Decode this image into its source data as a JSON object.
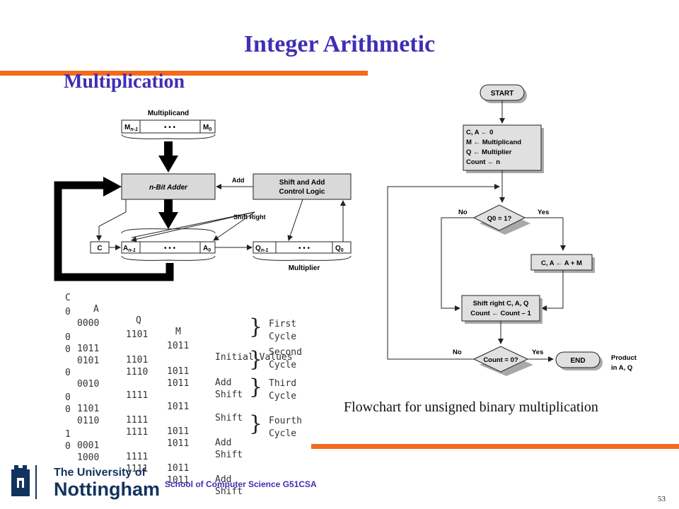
{
  "slide": {
    "title": "Integer Arithmetic",
    "subtitle": "Multiplication",
    "caption": "Flowchart for unsigned binary multiplication",
    "footer_school": "School of Computer Science G51CSA",
    "page_number": "53",
    "logo": {
      "line1": "The University of",
      "line2": "Nottingham"
    },
    "accent_color": "#f26b1d",
    "title_color": "#3f2fb5"
  },
  "hardware_diagram": {
    "multiplicand_label": "Multiplicand",
    "m_left": "M",
    "m_left_sub": "n-1",
    "m_right": "M",
    "m_right_sub": "0",
    "dots": "• • •",
    "adder_label": "n-Bit Adder",
    "add_label": "Add",
    "control_line1": "Shift and Add",
    "control_line2": "Control Logic",
    "shift_right_label": "Shift Right",
    "c_label": "C",
    "a_left": "A",
    "a_left_sub": "n-1",
    "a_right": "A",
    "a_right_sub": "0",
    "q_left": "Q",
    "q_left_sub": "n-1",
    "q_right": "Q",
    "q_right_sub": "0",
    "multiplier_label": "Multiplier"
  },
  "example_table": {
    "headers": [
      "C",
      "A",
      "Q",
      "M"
    ],
    "initial": {
      "c": "0",
      "a": "0000",
      "q": "1101",
      "m": "1011",
      "op": "Initial Values"
    },
    "cycles": [
      {
        "label1": "First",
        "label2": "Cycle",
        "rows": [
          {
            "c": "0",
            "a": "1011",
            "q": "1101",
            "m": "1011",
            "op": "Add"
          },
          {
            "c": "0",
            "a": "0101",
            "q": "1110",
            "m": "1011",
            "op": "Shift"
          }
        ]
      },
      {
        "label1": "Second",
        "label2": "Cycle",
        "rows": [
          {
            "c": "0",
            "a": "0010",
            "q": "1111",
            "m": "1011",
            "op": "Shift"
          }
        ]
      },
      {
        "label1": "Third",
        "label2": "Cycle",
        "rows": [
          {
            "c": "0",
            "a": "1101",
            "q": "1111",
            "m": "1011",
            "op": "Add"
          },
          {
            "c": "0",
            "a": "0110",
            "q": "1111",
            "m": "1011",
            "op": "Shift"
          }
        ]
      },
      {
        "label1": "Fourth",
        "label2": "Cycle",
        "rows": [
          {
            "c": "1",
            "a": "0001",
            "q": "1111",
            "m": "1011",
            "op": "Add"
          },
          {
            "c": "0",
            "a": "1000",
            "q": "1111",
            "m": "1011",
            "op": "Shift"
          }
        ]
      }
    ]
  },
  "flowchart": {
    "start": "START",
    "init_lines": [
      "C, A ← 0",
      "M ← Multiplicand",
      "Q ← Multiplier",
      "Count ← n"
    ],
    "decision1": "Q0 = 1?",
    "no": "No",
    "yes": "Yes",
    "add_box": "C, A ← A + M",
    "shift_lines": [
      "Shift right C, A, Q",
      "Count ← Count – 1"
    ],
    "decision2": "Count = 0?",
    "end": "END",
    "product_line1": "Product",
    "product_line2": "in A, Q"
  }
}
